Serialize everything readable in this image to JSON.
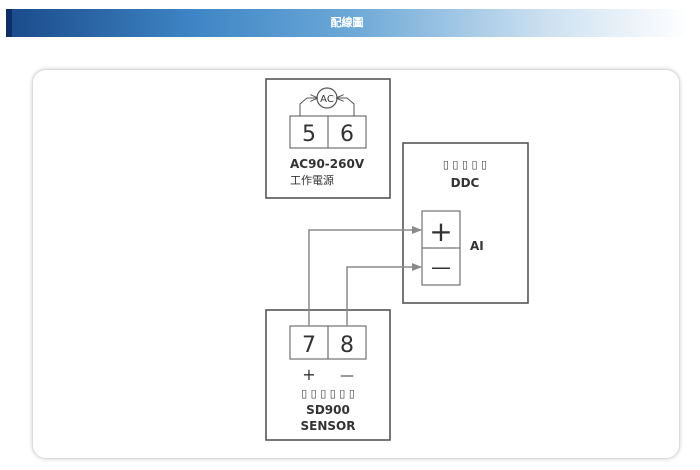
{
  "header": {
    "title": "配線圖"
  },
  "diagram": {
    "power_block": {
      "source_label": "AC",
      "terminals": [
        "5",
        "6"
      ],
      "voltage": "AC90-260V",
      "caption": "工作電源"
    },
    "ddc_block": {
      "indicators": "▯ ▯ ▯ ▯ ▯",
      "title": "DDC",
      "plus_symbol": "+",
      "minus_symbol": "—",
      "input_label": "AI"
    },
    "sensor_block": {
      "terminals": [
        "7",
        "8"
      ],
      "plus_symbol": "+",
      "minus_symbol": "—",
      "indicators": "▯ ▯ ▯ ▯ ▯ ▯",
      "model": "SD900",
      "type": "SENSOR"
    },
    "colors": {
      "line": "#555555",
      "wire": "#8a8a8a",
      "text": "#333333"
    }
  }
}
